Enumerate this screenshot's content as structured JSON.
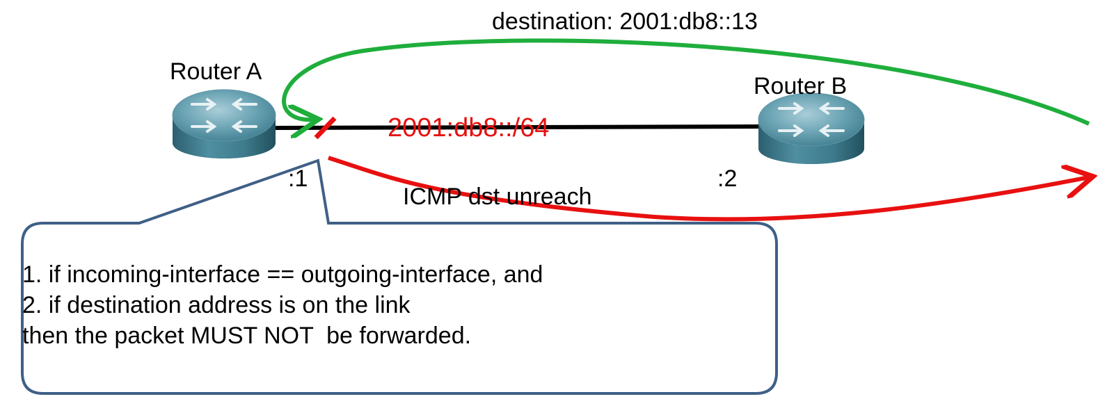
{
  "diagram": {
    "destination_label": "destination: 2001:db8::13",
    "router_a": {
      "label": "Router A",
      "address": ":1"
    },
    "router_b": {
      "label": "Router B",
      "address": ":2"
    },
    "link_prefix": "2001:db8::/64",
    "icmp_label": "ICMP dst unreach",
    "callout": {
      "lines": [
        "1. if incoming-interface == outgoing-interface, and",
        "2. if destination address is on the link",
        "then the packet MUST NOT  be forwarded."
      ]
    },
    "colors": {
      "forward_path": "#1fae3c",
      "icmp_path": "#e81010",
      "drop_mark": "#e81010",
      "prefix_text": "#e81010",
      "link": "#000000",
      "callout_border": "#3f5f86",
      "router_body": "#4e8ea0"
    }
  }
}
